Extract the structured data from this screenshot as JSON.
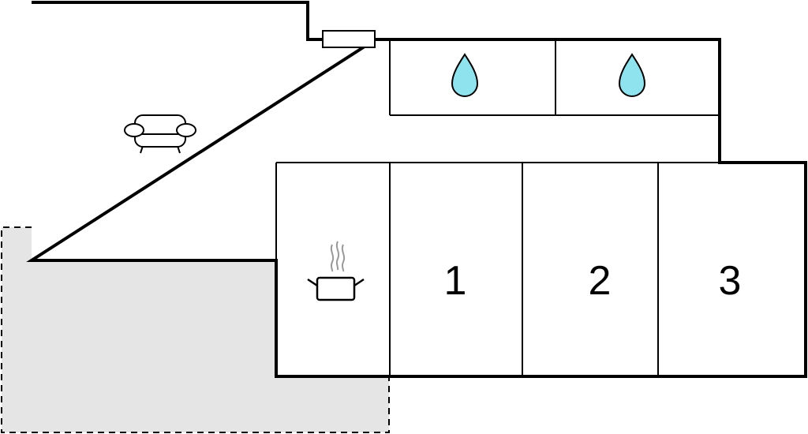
{
  "floor_plan": {
    "rooms": {
      "living_room": {
        "icon": "sofa-icon"
      },
      "bathroom_1": {
        "icon": "water-drop-icon",
        "color": "#8fe3ee"
      },
      "bathroom_2": {
        "icon": "water-drop-icon",
        "color": "#8fe3ee"
      },
      "kitchen": {
        "icon": "cooking-pot-icon"
      },
      "bedroom_1": {
        "label": "1"
      },
      "bedroom_2": {
        "label": "2"
      },
      "bedroom_3": {
        "label": "3"
      }
    },
    "terrace": {
      "color": "#e5e5e5",
      "border": "dashed"
    },
    "entrance": {
      "icon": "door-icon"
    },
    "wall_color": "#000000"
  }
}
